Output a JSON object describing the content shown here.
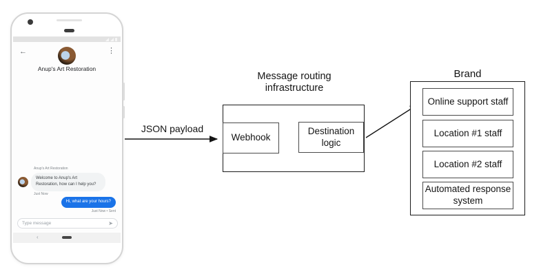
{
  "colors": {
    "accent_blue": "#1a73e8",
    "incoming_bubble_gray": "#f1f3f4",
    "status_bar_gray": "#e2e2e2",
    "diagram_line": "#1a1a1a"
  },
  "phone": {
    "status_bar": {
      "signal_icon": "signal-triangle",
      "wifi_icon": "wifi-triangle",
      "battery_icon": "battery"
    },
    "header": {
      "back_icon": "←",
      "menu_icon": "⋮",
      "business_name": "Anup's Art Restoration"
    },
    "conversation": {
      "sender_label": "Anup's Art Restoration",
      "incoming_message": "Welcome to Anup's Art Restoration, how can I help you?",
      "incoming_timestamp": "Just Now",
      "outgoing_message": "Hi, what are your hours?",
      "outgoing_timestamp": "Just Now • Sent"
    },
    "composer": {
      "placeholder": "Type message",
      "send_icon": "➤"
    },
    "nav": {
      "back_icon": "‹"
    }
  },
  "diagram": {
    "arrow1_label": "JSON payload",
    "routing": {
      "title": "Message routing infrastructure",
      "webhook_label": "Webhook",
      "destination_label": "Destination logic"
    },
    "brand": {
      "title": "Brand",
      "items": [
        "Online support staff",
        "Location #1 staff",
        "Location #2 staff",
        "Automated response system"
      ]
    }
  }
}
